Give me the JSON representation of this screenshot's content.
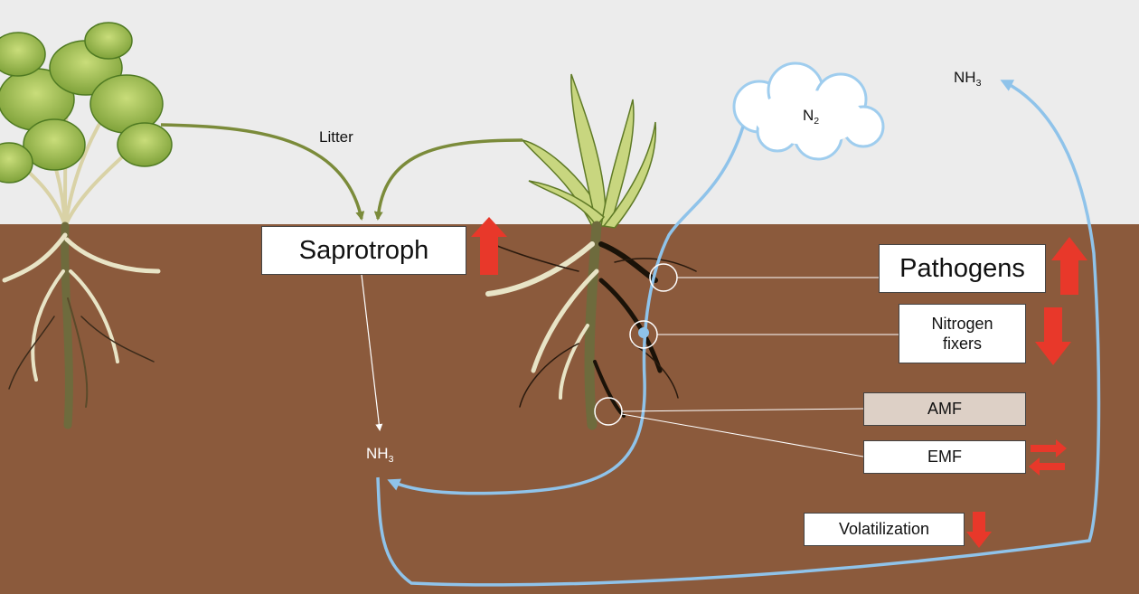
{
  "labels": {
    "litter": "Litter",
    "n2_main": "N",
    "n2_sub": "2",
    "nh3_sky_main": "NH",
    "nh3_sky_sub": "3",
    "nh3_soil_main": "NH",
    "nh3_soil_sub": "3"
  },
  "boxes": {
    "saprotroph": "Saprotroph",
    "pathogens": "Pathogens",
    "nitrogen_fixers_line1": "Nitrogen",
    "nitrogen_fixers_line2": "fixers",
    "amf": "AMF",
    "emf": "EMF",
    "volatilization": "Volatilization"
  },
  "trends": {
    "saprotroph": "up",
    "pathogens": "up",
    "nitrogen_fixers": "down",
    "emf": "bidirectional",
    "volatilization": "down",
    "amf": "none"
  },
  "colors": {
    "sky": "#ececec",
    "soil": "#8b5a3c",
    "litter_arrow": "#7b8b3a",
    "n_cycle_arrow": "#8fc3ea",
    "trend_arrow": "#e8382a",
    "amf_box": "#ddd0c6"
  }
}
